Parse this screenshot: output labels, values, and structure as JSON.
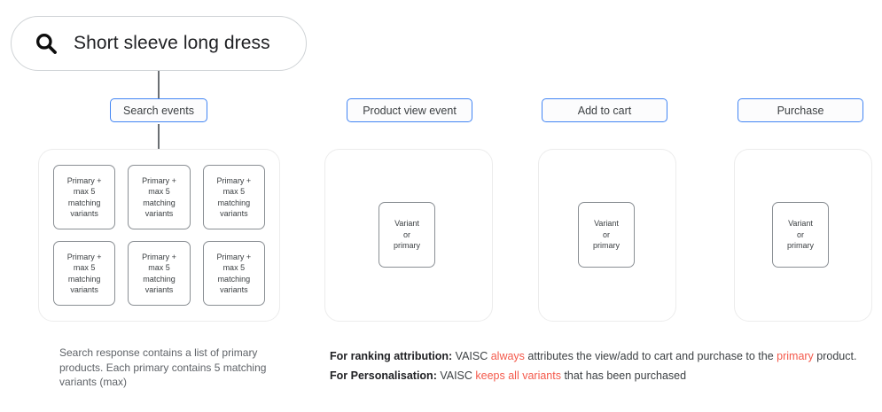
{
  "search": {
    "icon": "search-icon",
    "query": "Short sleeve long dress"
  },
  "columns": [
    {
      "id": "search-events",
      "label": "Search events"
    },
    {
      "id": "product-view-event",
      "label": "Product view event"
    },
    {
      "id": "add-to-cart",
      "label": "Add to cart"
    },
    {
      "id": "purchase",
      "label": "Purchase"
    }
  ],
  "search_panel": {
    "cards": [
      {
        "l1": "Primary +",
        "l2": "max 5",
        "l3": "matching",
        "l4": "variants"
      },
      {
        "l1": "Primary +",
        "l2": "max 5",
        "l3": "matching",
        "l4": "variants"
      },
      {
        "l1": "Primary +",
        "l2": "max 5",
        "l3": "matching",
        "l4": "variants"
      },
      {
        "l1": "Primary +",
        "l2": "max 5",
        "l3": "matching",
        "l4": "variants"
      },
      {
        "l1": "Primary +",
        "l2": "max 5",
        "l3": "matching",
        "l4": "variants"
      },
      {
        "l1": "Primary +",
        "l2": "max 5",
        "l3": "matching",
        "l4": "variants"
      }
    ]
  },
  "event_panels": {
    "card": {
      "l1": "Variant",
      "l2": "or",
      "l3": "primary"
    }
  },
  "captions": {
    "left": "Search response contains a list of primary products. Each primary contains 5 matching variants (max)"
  },
  "notes": [
    {
      "label": "For ranking attribution:",
      "part1": " VAISC ",
      "highlight1": "always",
      "part2": " attributes the view/add to cart and purchase to the ",
      "highlight2": "primary",
      "part3": " product."
    },
    {
      "label": "For Personalisation:",
      "part1": " VAISC ",
      "highlight1": "keeps all variants",
      "part2": " that has been purchased",
      "highlight2": "",
      "part3": ""
    }
  ],
  "colors": {
    "accent_blue": "#4285f4",
    "highlight_red": "#f4594b",
    "panel_border": "#ececec",
    "card_border": "#8a8f94",
    "muted_text": "#5f6368"
  }
}
